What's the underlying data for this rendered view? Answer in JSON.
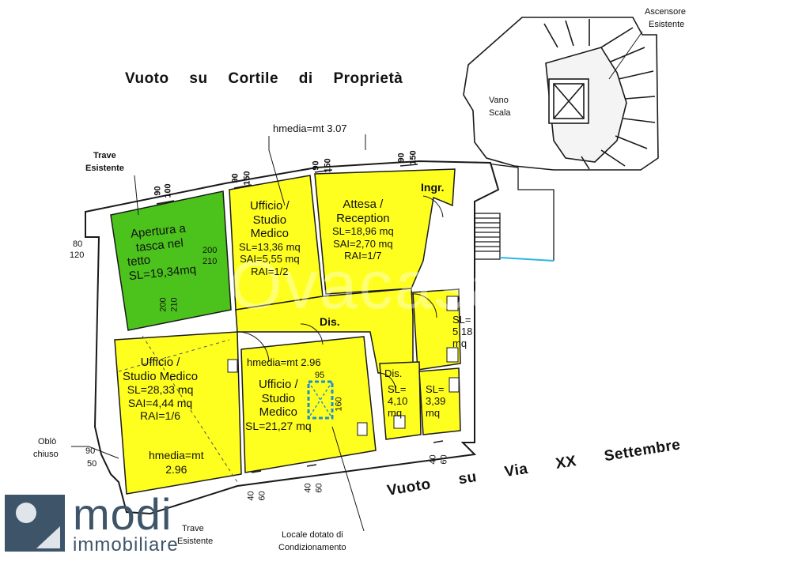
{
  "captions": {
    "courtyard": "Vuoto su Cortile di Proprietà",
    "street": "Vuoto su Via XX Settembre",
    "elevator": "Ascensore",
    "elevator2": "Esistente",
    "stair": "Vano",
    "stair2": "Scala",
    "beam_top": "Trave",
    "beam_top2": "Esistente",
    "beam_bottom": "Trave",
    "beam_bottom2": "Esistente",
    "oblo": "Oblò",
    "oblo2": "chiuso",
    "hmedia_top": "hmedia=mt 3.07",
    "ac_note": "Locale dotato di",
    "ac_note2": "Condizionamento"
  },
  "rooms": {
    "tasca": {
      "l1": "Apertura a",
      "l2": "tasca nel",
      "l3": "tetto",
      "l4": "SL=19,34mq"
    },
    "ufficio1": {
      "l1": "Ufficio /",
      "l2": "Studio",
      "l3": "Medico",
      "l4": "SL=13,36 mq",
      "l5": "SAI=5,55 mq",
      "l6": "RAI=1/2"
    },
    "attesa": {
      "l1": "Attesa /",
      "l2": "Reception",
      "l3": "SL=18,96 mq",
      "l4": "SAI=2,70 mq",
      "l5": "RAI=1/7"
    },
    "ingr": "Ingr.",
    "dis": "Dis.",
    "dis2": "Dis.",
    "wc1": {
      "l1": "SL=",
      "l2": "5,18",
      "l3": "mq"
    },
    "wc2": {
      "l1": "SL=",
      "l2": "4,10",
      "l3": "mq"
    },
    "wc3": {
      "l1": "SL=",
      "l2": "3,39",
      "l3": "mq"
    },
    "ufficio2": {
      "l1": "Ufficio /",
      "l2": "Studio Medico",
      "l3": "SL=28,33 mq",
      "l4": "SAI=4,44 mq",
      "l5": "RAI=1/6",
      "l6": "hmedia=mt",
      "l7": "2.96"
    },
    "ufficio3": {
      "l1": "hmedia=mt 2.96",
      "l2": "Ufficio /",
      "l3": "Studio",
      "l4": "Medico",
      "l5": "SL=21,27 mq"
    }
  },
  "dims": {
    "d80": "80",
    "d120": "120",
    "d200a": "200",
    "d210a": "210",
    "d200b": "200",
    "d210b": "210",
    "d90": "90",
    "d50": "50",
    "w1a": "90",
    "w1b": "100",
    "w2a": "90",
    "w2b": "150",
    "w3a": "90",
    "w3b": "150",
    "w4a": "90",
    "w4b": "150",
    "b1a": "40",
    "b1b": "60",
    "b2a": "40",
    "b2b": "60",
    "b3a": "40",
    "b3b": "60",
    "d95": "95",
    "d160": "160"
  },
  "watermark": "Ovacasa",
  "brand": {
    "name": "modi",
    "sub": "immobiliare"
  },
  "colors": {
    "room_yellow": "#ffff1f",
    "room_green": "#4cc31c",
    "wall": "#1a1a1a",
    "logo": "#3e5569",
    "ac_box": "#1f8fd0"
  }
}
